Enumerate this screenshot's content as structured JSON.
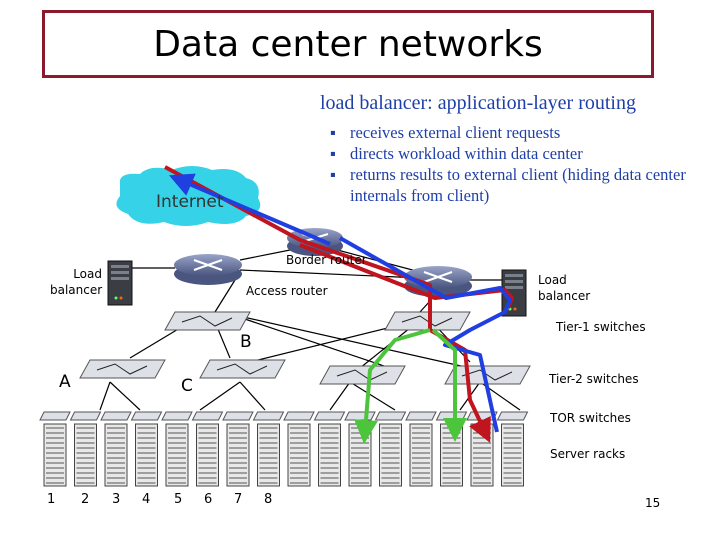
{
  "title": "Data center networks",
  "subtitle": "load balancer: application-layer routing",
  "bullets": [
    "receives external client requests",
    "directs workload within data center",
    "returns results to external client (hiding data center internals from client)"
  ],
  "cloud_label": "Internet",
  "labels": {
    "border_router": "Border router",
    "access_router": "Access router",
    "load_balancer_left": "Load balancer",
    "load_balancer_right": "Load balancer",
    "tier1": "Tier-1 switches",
    "tier2": "Tier-2 switches",
    "tor": "TOR switches",
    "racks": "Server racks"
  },
  "switch_letters": [
    "A",
    "B",
    "C"
  ],
  "rack_numbers": [
    "1",
    "2",
    "3",
    "4",
    "5",
    "6",
    "7",
    "8"
  ],
  "page_number": "15",
  "colors": {
    "title_border": "#8b1a2e",
    "text_blue": "#1f3fa8",
    "path_red": "#c0141e",
    "path_blue": "#1f3fe0",
    "path_green": "#4cc43c",
    "cloud": "#36d3e8"
  }
}
